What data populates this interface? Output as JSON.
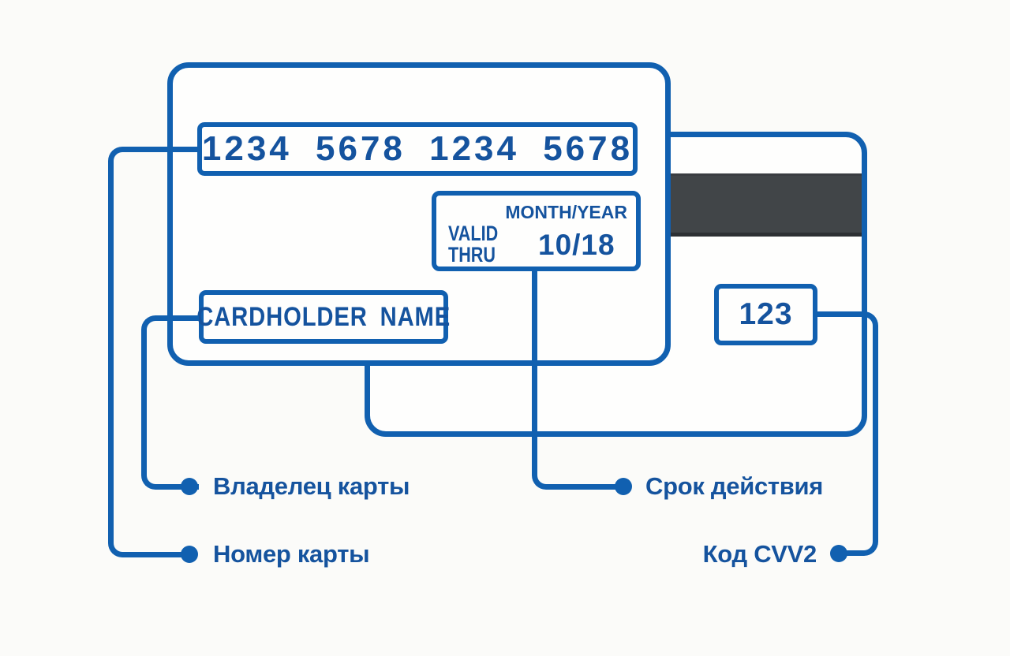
{
  "diagram": {
    "front_card": {
      "card_number": "1234 5678 1234 5678",
      "month_year_label": "MONTH/YEAR",
      "valid_thru_line1": "VALID",
      "valid_thru_line2": "THRU",
      "valid_thru_value": "10/18",
      "cardholder_name": "CARDHOLDER NAME"
    },
    "back_card": {
      "cvv_value": "123"
    },
    "callouts": {
      "cardholder": "Владелец карты",
      "card_number": "Номер карты",
      "validity": "Срок действия",
      "cvv": "Код CVV2"
    },
    "colors": {
      "line_blue": "#1160b0",
      "text_blue": "#15539e",
      "stripe_gray": "#414548",
      "background": "#fbfbf9"
    }
  }
}
